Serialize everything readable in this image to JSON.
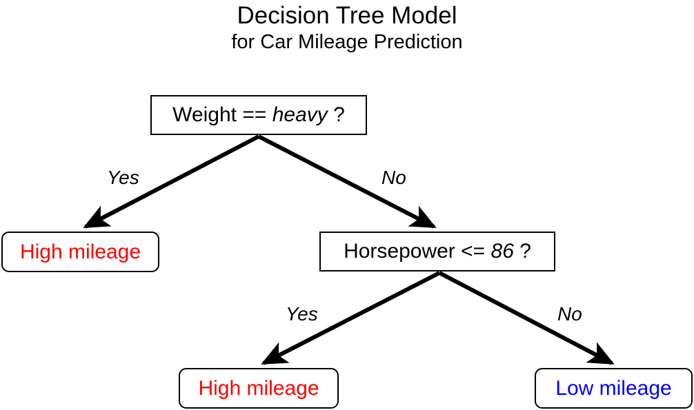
{
  "title": {
    "main": "Decision Tree Model",
    "sub": "for Car Mileage Prediction"
  },
  "colors": {
    "high_mileage": "#ff0000",
    "low_mileage": "#0000ff",
    "node_border": "#000000",
    "edge": "#000000",
    "background": "#ffffff"
  },
  "nodes": {
    "root": {
      "id": "root",
      "type": "decision",
      "feature": "Weight",
      "operator": "==",
      "value": "heavy",
      "question_mark": "?",
      "label": "Weight == heavy ?"
    },
    "leaf_a": {
      "id": "leaf_a",
      "type": "leaf",
      "label": "High mileage",
      "color": "#ff0000"
    },
    "horsepower": {
      "id": "horsepower",
      "type": "decision",
      "feature": "Horsepower",
      "operator": "<=",
      "value": "86",
      "question_mark": "?",
      "label": "Horsepower <= 86 ?"
    },
    "leaf_b": {
      "id": "leaf_b",
      "type": "leaf",
      "label": "High mileage",
      "color": "#ff0000"
    },
    "leaf_c": {
      "id": "leaf_c",
      "type": "leaf",
      "label": "Low mileage",
      "color": "#0000ff"
    }
  },
  "edges": [
    {
      "from": "root",
      "to": "leaf_a",
      "label": "Yes"
    },
    {
      "from": "root",
      "to": "horsepower",
      "label": "No"
    },
    {
      "from": "horsepower",
      "to": "leaf_b",
      "label": "Yes"
    },
    {
      "from": "horsepower",
      "to": "leaf_c",
      "label": "No"
    }
  ]
}
